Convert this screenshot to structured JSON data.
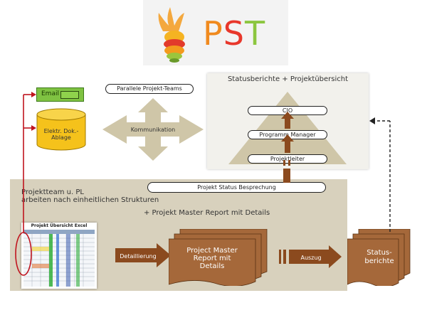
{
  "logo": {
    "letters": [
      "P",
      "S",
      "T"
    ]
  },
  "status_panel": {
    "title": "Statusberichte + Projektübersicht",
    "levels": [
      "CIO",
      "Programm Manager",
      "Projektleiter"
    ]
  },
  "parallel_teams": "Parallele Projekt-Teams",
  "communication": "Kommunikation",
  "email": "Email",
  "archive": "Elektr. Dok.-Ablage",
  "status_meeting": "Projekt Status Besprechung",
  "team_panel": {
    "line1": "Projektteam u. PL",
    "line2": "arbeiten nach einheitlichen Strukturen",
    "master_report": "+ Projekt Master Report mit Details"
  },
  "excel_title": "Projekt Übersicht Excel",
  "detail_arrow": "Detaillierung",
  "master_doc": "Project Master Report mit Details",
  "extract_arrow": "Auszug",
  "status_reports_doc": "Status-berichte",
  "colors": {
    "panel_beige": "#d8d1bd",
    "arrow_tan": "#cfc6a8",
    "doc_brown": "#a5683a",
    "arrow_brown": "#8b4a1e",
    "email_green": "#7fc242",
    "archive_yellow": "#f5c21b",
    "connector_red": "#c0141e"
  }
}
